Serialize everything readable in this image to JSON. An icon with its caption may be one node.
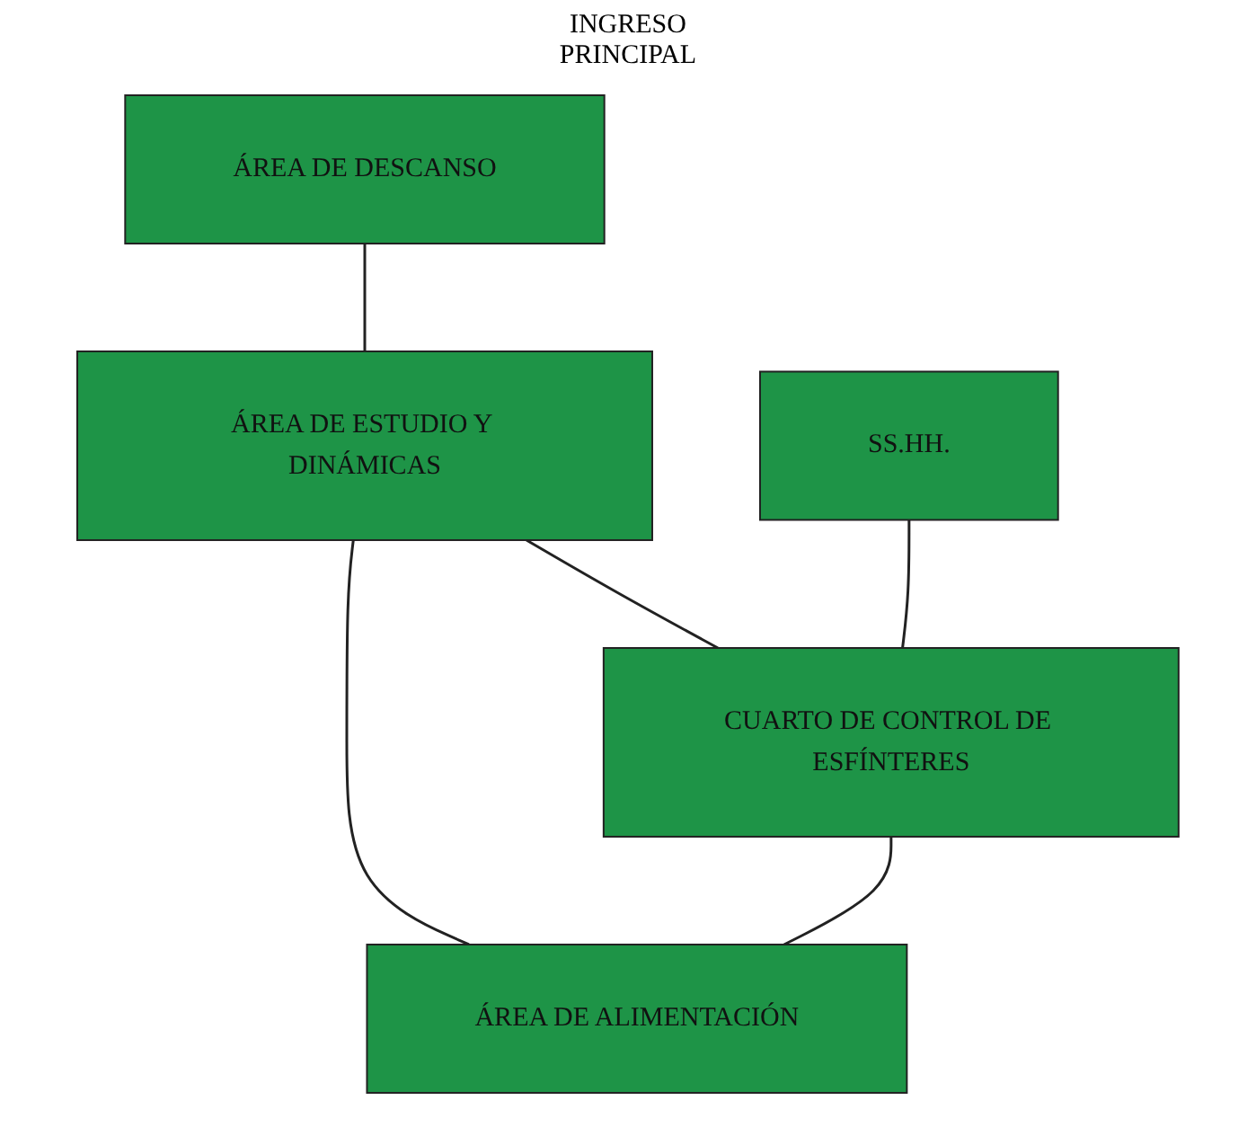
{
  "diagram": {
    "nodes": [
      {
        "text": [
          "ÁREA DE DESCANSO"
        ]
      },
      {
        "text": [
          "ÁREA DE ESTUDIO Y DINÁMICAS"
        ]
      },
      {
        "text": [
          "SS.HH."
        ]
      },
      {
        "text": [
          "CUARTO DE CONTROL DE ESFÍNTERES"
        ]
      },
      {
        "text": [
          "ÁREA DE ALIMENTACIÓN"
        ]
      }
    ],
    "edges": [
      {
        "from": 0,
        "to": 1,
        "arrow": "none"
      },
      {
        "from": 1,
        "to": 3,
        "arrow": "none"
      },
      {
        "from": 1,
        "to": 4,
        "arrow": "none"
      },
      {
        "from": 2,
        "to": 3,
        "arrow": "none"
      },
      {
        "from": 3,
        "to": 4,
        "arrow": "none"
      }
    ],
    "labels": [
      "INGRESO PRINCIPAL"
    ]
  }
}
